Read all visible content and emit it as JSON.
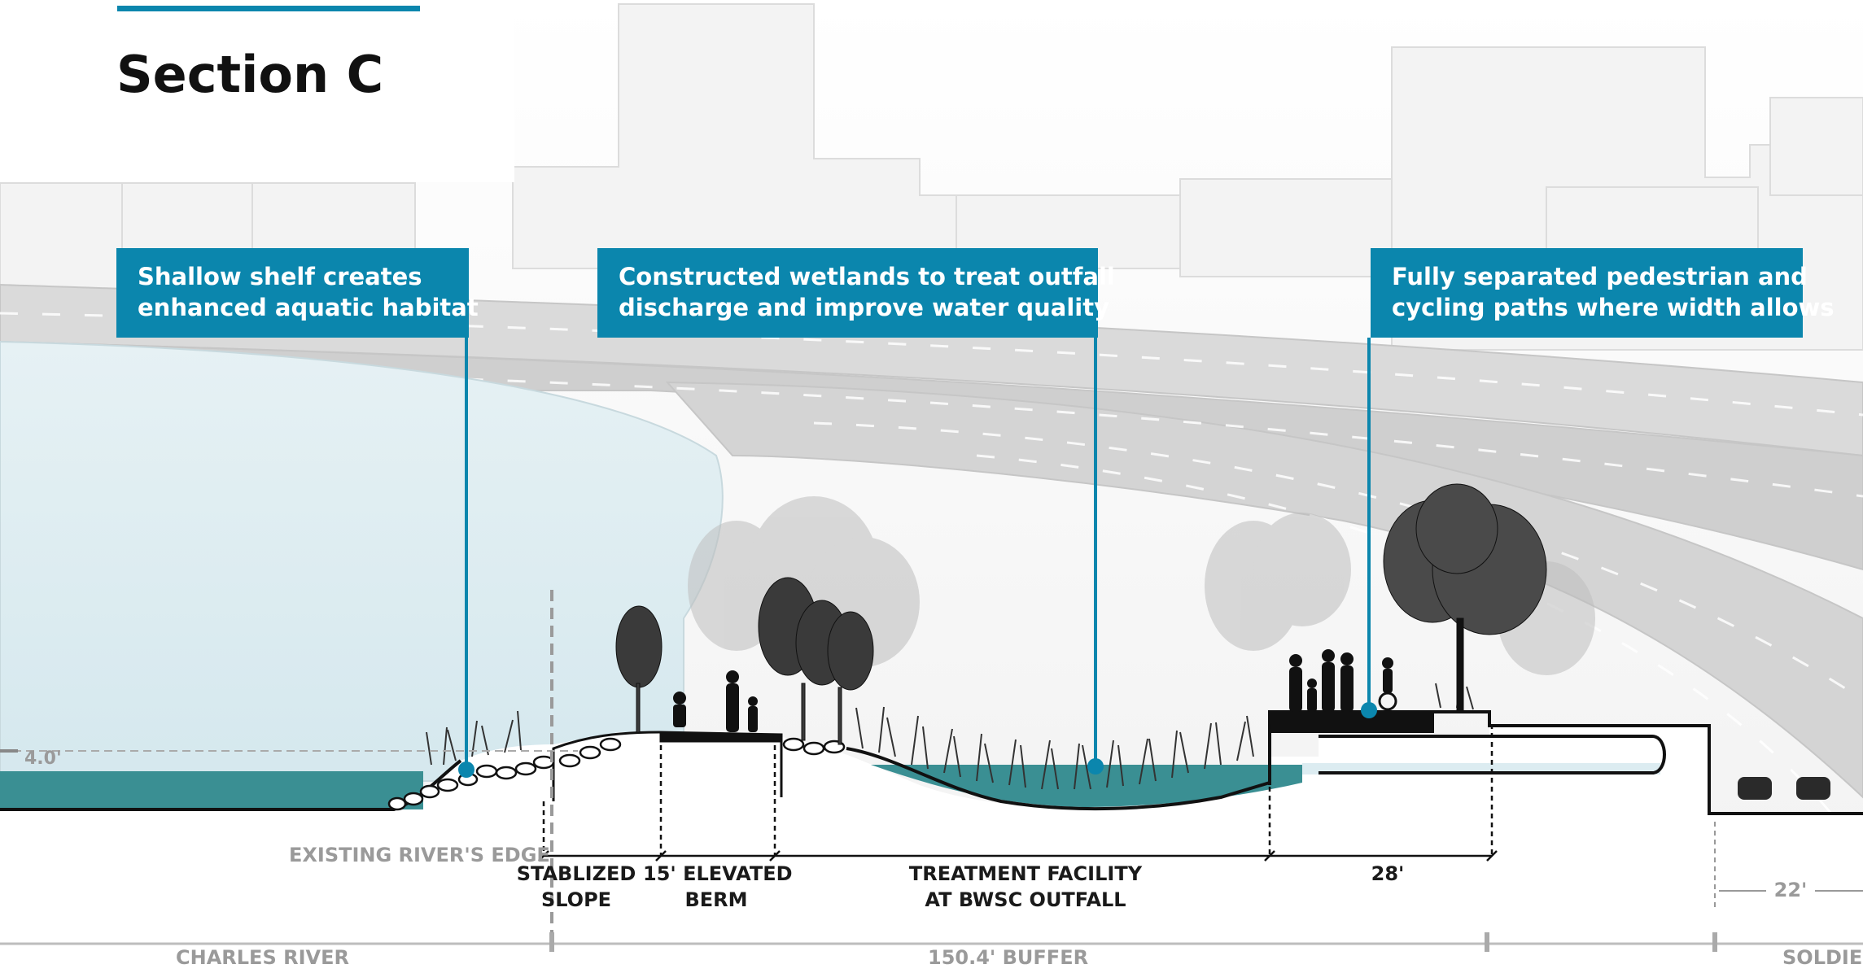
{
  "title": "Section C",
  "callouts": [
    {
      "line1": "Shallow shelf creates",
      "line2": "enhanced aquatic habitat"
    },
    {
      "line1": "Constructed wetlands to treat outfall",
      "line2": "discharge and improve water quality"
    },
    {
      "line1": "Fully separated pedestrian and",
      "line2": "cycling paths where width allows"
    }
  ],
  "labels": {
    "water_level": "4.0'",
    "existing_edge": "EXISTING RIVER'S EDGE",
    "stabilized_slope_1": "STABLIZED",
    "stabilized_slope_2": "SLOPE",
    "berm_1": "15' ELEVATED",
    "berm_2": "BERM",
    "treatment_1": "TREATMENT  FACILITY",
    "treatment_2": "AT BWSC OUTFALL",
    "path_width": "28'",
    "road_width": "22'",
    "charles_river": "CHARLES RIVER",
    "buffer": "150.4' BUFFER",
    "soldiers": "SOLDIER"
  },
  "colors": {
    "accent": "#0b86ad",
    "water": "#dcecf1",
    "wetland_water": "#3a8f93"
  }
}
